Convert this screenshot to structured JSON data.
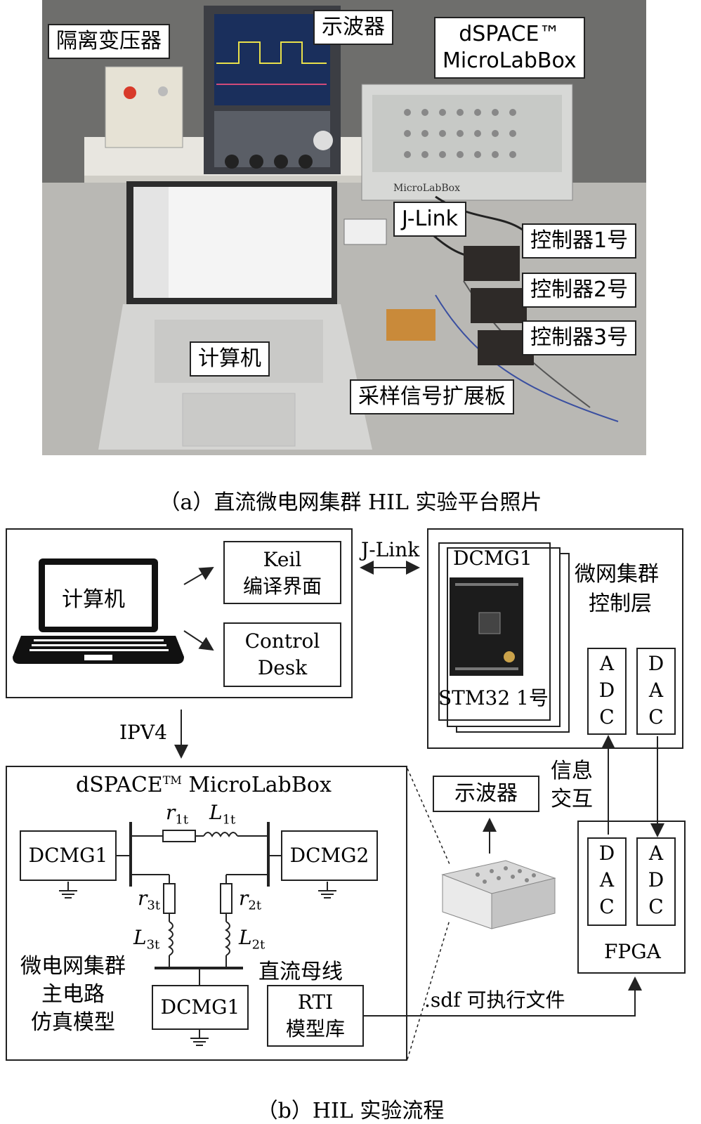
{
  "photo": {
    "labels": {
      "isolation_transformer": "隔离变压器",
      "oscilloscope": "示波器",
      "dspace": "dSPACE™\nMicroLabBox",
      "jlink": "J-Link",
      "controller1": "控制器1号",
      "controller2": "控制器2号",
      "controller3": "控制器3号",
      "computer": "计算机",
      "sampling_board": "采样信号扩展板"
    },
    "device_texts": {
      "microlabbox_panel": "MicroLabBox"
    }
  },
  "caption_a": "（a）直流微电网集群 HIL 实验平台照片",
  "caption_b": "（b）HIL 实验流程",
  "diagram": {
    "computer_label": "计算机",
    "keil_line1": "Keil",
    "keil_line2": "编译界面",
    "control_line1": "Control",
    "control_line2": "Desk",
    "jlink": "J-Link",
    "dcmg1_top": "DCMG1",
    "stm32": "STM32 1号",
    "cluster_line1": "微网集群",
    "cluster_line2": "控制层",
    "adc_letters": [
      "A",
      "D",
      "C"
    ],
    "dac_letters": [
      "D",
      "A",
      "C"
    ],
    "ipv4": "IPV4",
    "dspace_title": "dSPACE",
    "dspace_tm": "TM",
    "dspace_title2": " MicroLabBox",
    "dcmg1_left": "DCMG1",
    "dcmg2_right": "DCMG2",
    "dcmg1_bottom": "DCMG1",
    "r1t": "r",
    "r1t_sub": "1t",
    "l1t": "L",
    "l1t_sub": "1t",
    "r3t": "r",
    "r3t_sub": "3t",
    "l3t": "L",
    "l3t_sub": "3t",
    "r2t": "r",
    "r2t_sub": "2t",
    "l2t": "L",
    "l2t_sub": "2t",
    "dc_bus": "直流母线",
    "main_circuit_line1": "微电网集群",
    "main_circuit_line2": "主电路",
    "main_circuit_line3": "仿真模型",
    "rti_line1": "RTI",
    "rti_line2": "模型库",
    "oscilloscope": "示波器",
    "info_line1": "信息",
    "info_line2": "交互",
    "fpga": "FPGA",
    "sdf": ".sdf 可执行文件"
  }
}
